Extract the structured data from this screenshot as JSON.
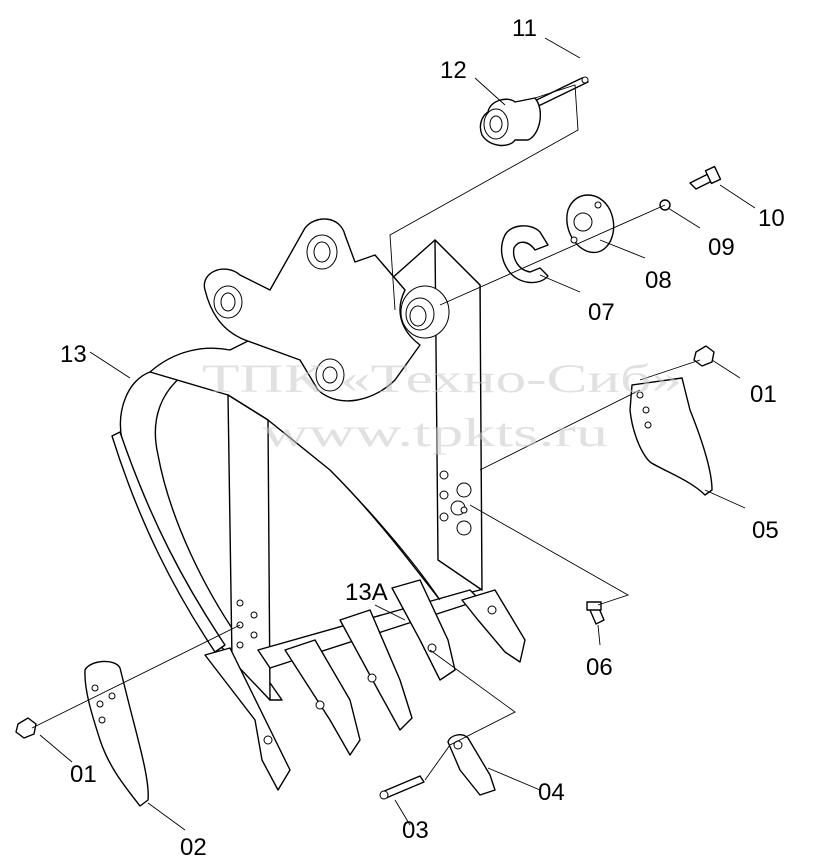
{
  "watermark": {
    "line1": "ТПК «Техно-Сиб»",
    "line2": "www.tpkts.ru"
  },
  "callouts": [
    {
      "id": "11",
      "name": "callout-11"
    },
    {
      "id": "12",
      "name": "callout-12"
    },
    {
      "id": "10",
      "name": "callout-10"
    },
    {
      "id": "09",
      "name": "callout-09"
    },
    {
      "id": "08",
      "name": "callout-08"
    },
    {
      "id": "07",
      "name": "callout-07"
    },
    {
      "id": "13",
      "name": "callout-13"
    },
    {
      "id": "01",
      "name": "callout-01-right"
    },
    {
      "id": "05",
      "name": "callout-05"
    },
    {
      "id": "13A",
      "name": "callout-13a"
    },
    {
      "id": "06",
      "name": "callout-06"
    },
    {
      "id": "01",
      "name": "callout-01-left"
    },
    {
      "id": "02",
      "name": "callout-02"
    },
    {
      "id": "03",
      "name": "callout-03"
    },
    {
      "id": "04",
      "name": "callout-04"
    }
  ]
}
